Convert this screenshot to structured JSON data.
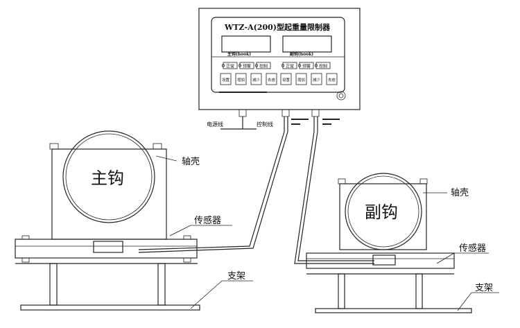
{
  "controller": {
    "title": "WTZ-A(200)型起重量限制器",
    "display_main_label": "主钩(hook)",
    "display_aux_label": "副钩(hook)",
    "indicators": [
      "正常",
      "预警",
      "控制",
      "正常",
      "预警",
      "控制"
    ],
    "buttons": [
      "设置",
      "增加",
      "减少",
      "去皮",
      "设置",
      "增加",
      "减少",
      "去皮"
    ]
  },
  "wires": {
    "power": "电源线",
    "control": "控制线"
  },
  "main_hook": {
    "label": "主钩",
    "housing": "轴壳",
    "sensor": "传感器",
    "support": "支架"
  },
  "aux_hook": {
    "label": "副钩",
    "housing": "轴壳",
    "sensor": "传感器",
    "support": "支架"
  }
}
